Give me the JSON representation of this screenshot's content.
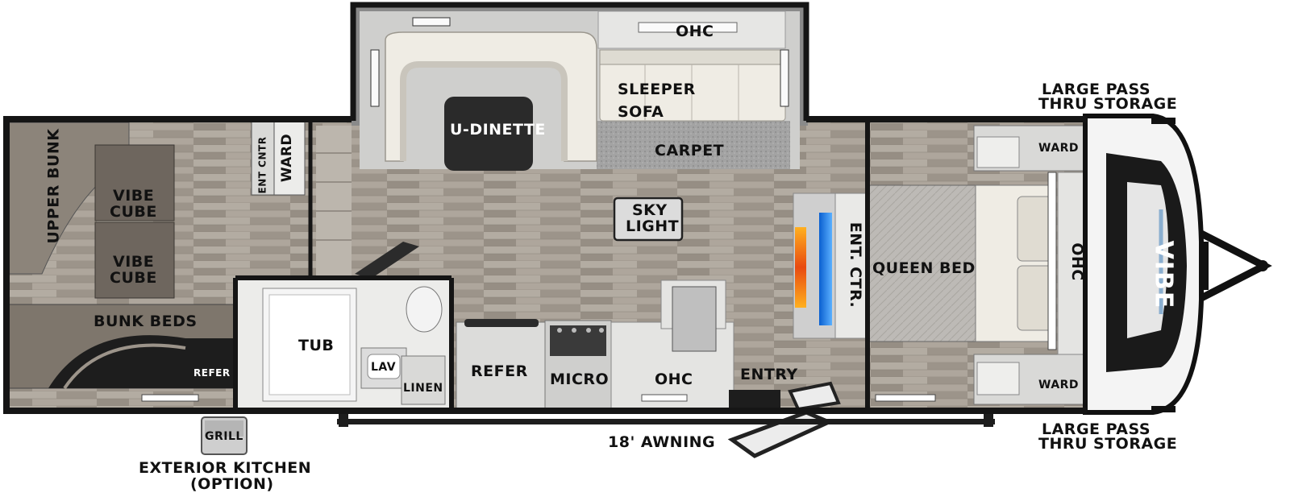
{
  "colors": {
    "wall": "#151515",
    "floor": "#a79f94",
    "carpet": "#9a9a9a",
    "cabinet": "#d9d9d7",
    "upholstery": "#efece4",
    "bunk_fabric": "#6e665e",
    "fire": "#e85a1a",
    "tv": "#1a7fe0"
  },
  "labels": {
    "ohc_top": "OHC",
    "sleeper": "SLEEPER",
    "sofa": "SOFA",
    "u_dinette": "U-DINETTE",
    "carpet": "CARPET",
    "ward_top_left": "WARD",
    "ent_cntr_left": "ENT CNTR",
    "upper_bunk": "UPPER BUNK",
    "vibe_cube_1a": "VIBE",
    "vibe_cube_1b": "CUBE",
    "vibe_cube_2a": "VIBE",
    "vibe_cube_2b": "CUBE",
    "bunk_beds": "BUNK BEDS",
    "refer_small": "REFER",
    "sky_light_a": "SKY",
    "sky_light_b": "LIGHT",
    "tub": "TUB",
    "lav": "LAV",
    "linen": "LINEN",
    "refer": "REFER",
    "micro": "MICRO",
    "ohc_kitchen": "OHC",
    "entry": "ENTRY",
    "ent_ctr": "ENT. CTR.",
    "queen_bed": "QUEEN BED",
    "ohc_front": "OHC",
    "ward_top_right": "WARD",
    "ward_bottom_right": "WARD",
    "large_pass_top_a": "LARGE PASS",
    "large_pass_top_b": "THRU STORAGE",
    "large_pass_bottom_a": "LARGE PASS",
    "large_pass_bottom_b": "THRU STORAGE",
    "awning": "18' AWNING",
    "grill": "GRILL",
    "exterior_kitchen_a": "EXTERIOR KITCHEN",
    "exterior_kitchen_b": "(OPTION)",
    "vibe_logo": "VIBE"
  }
}
